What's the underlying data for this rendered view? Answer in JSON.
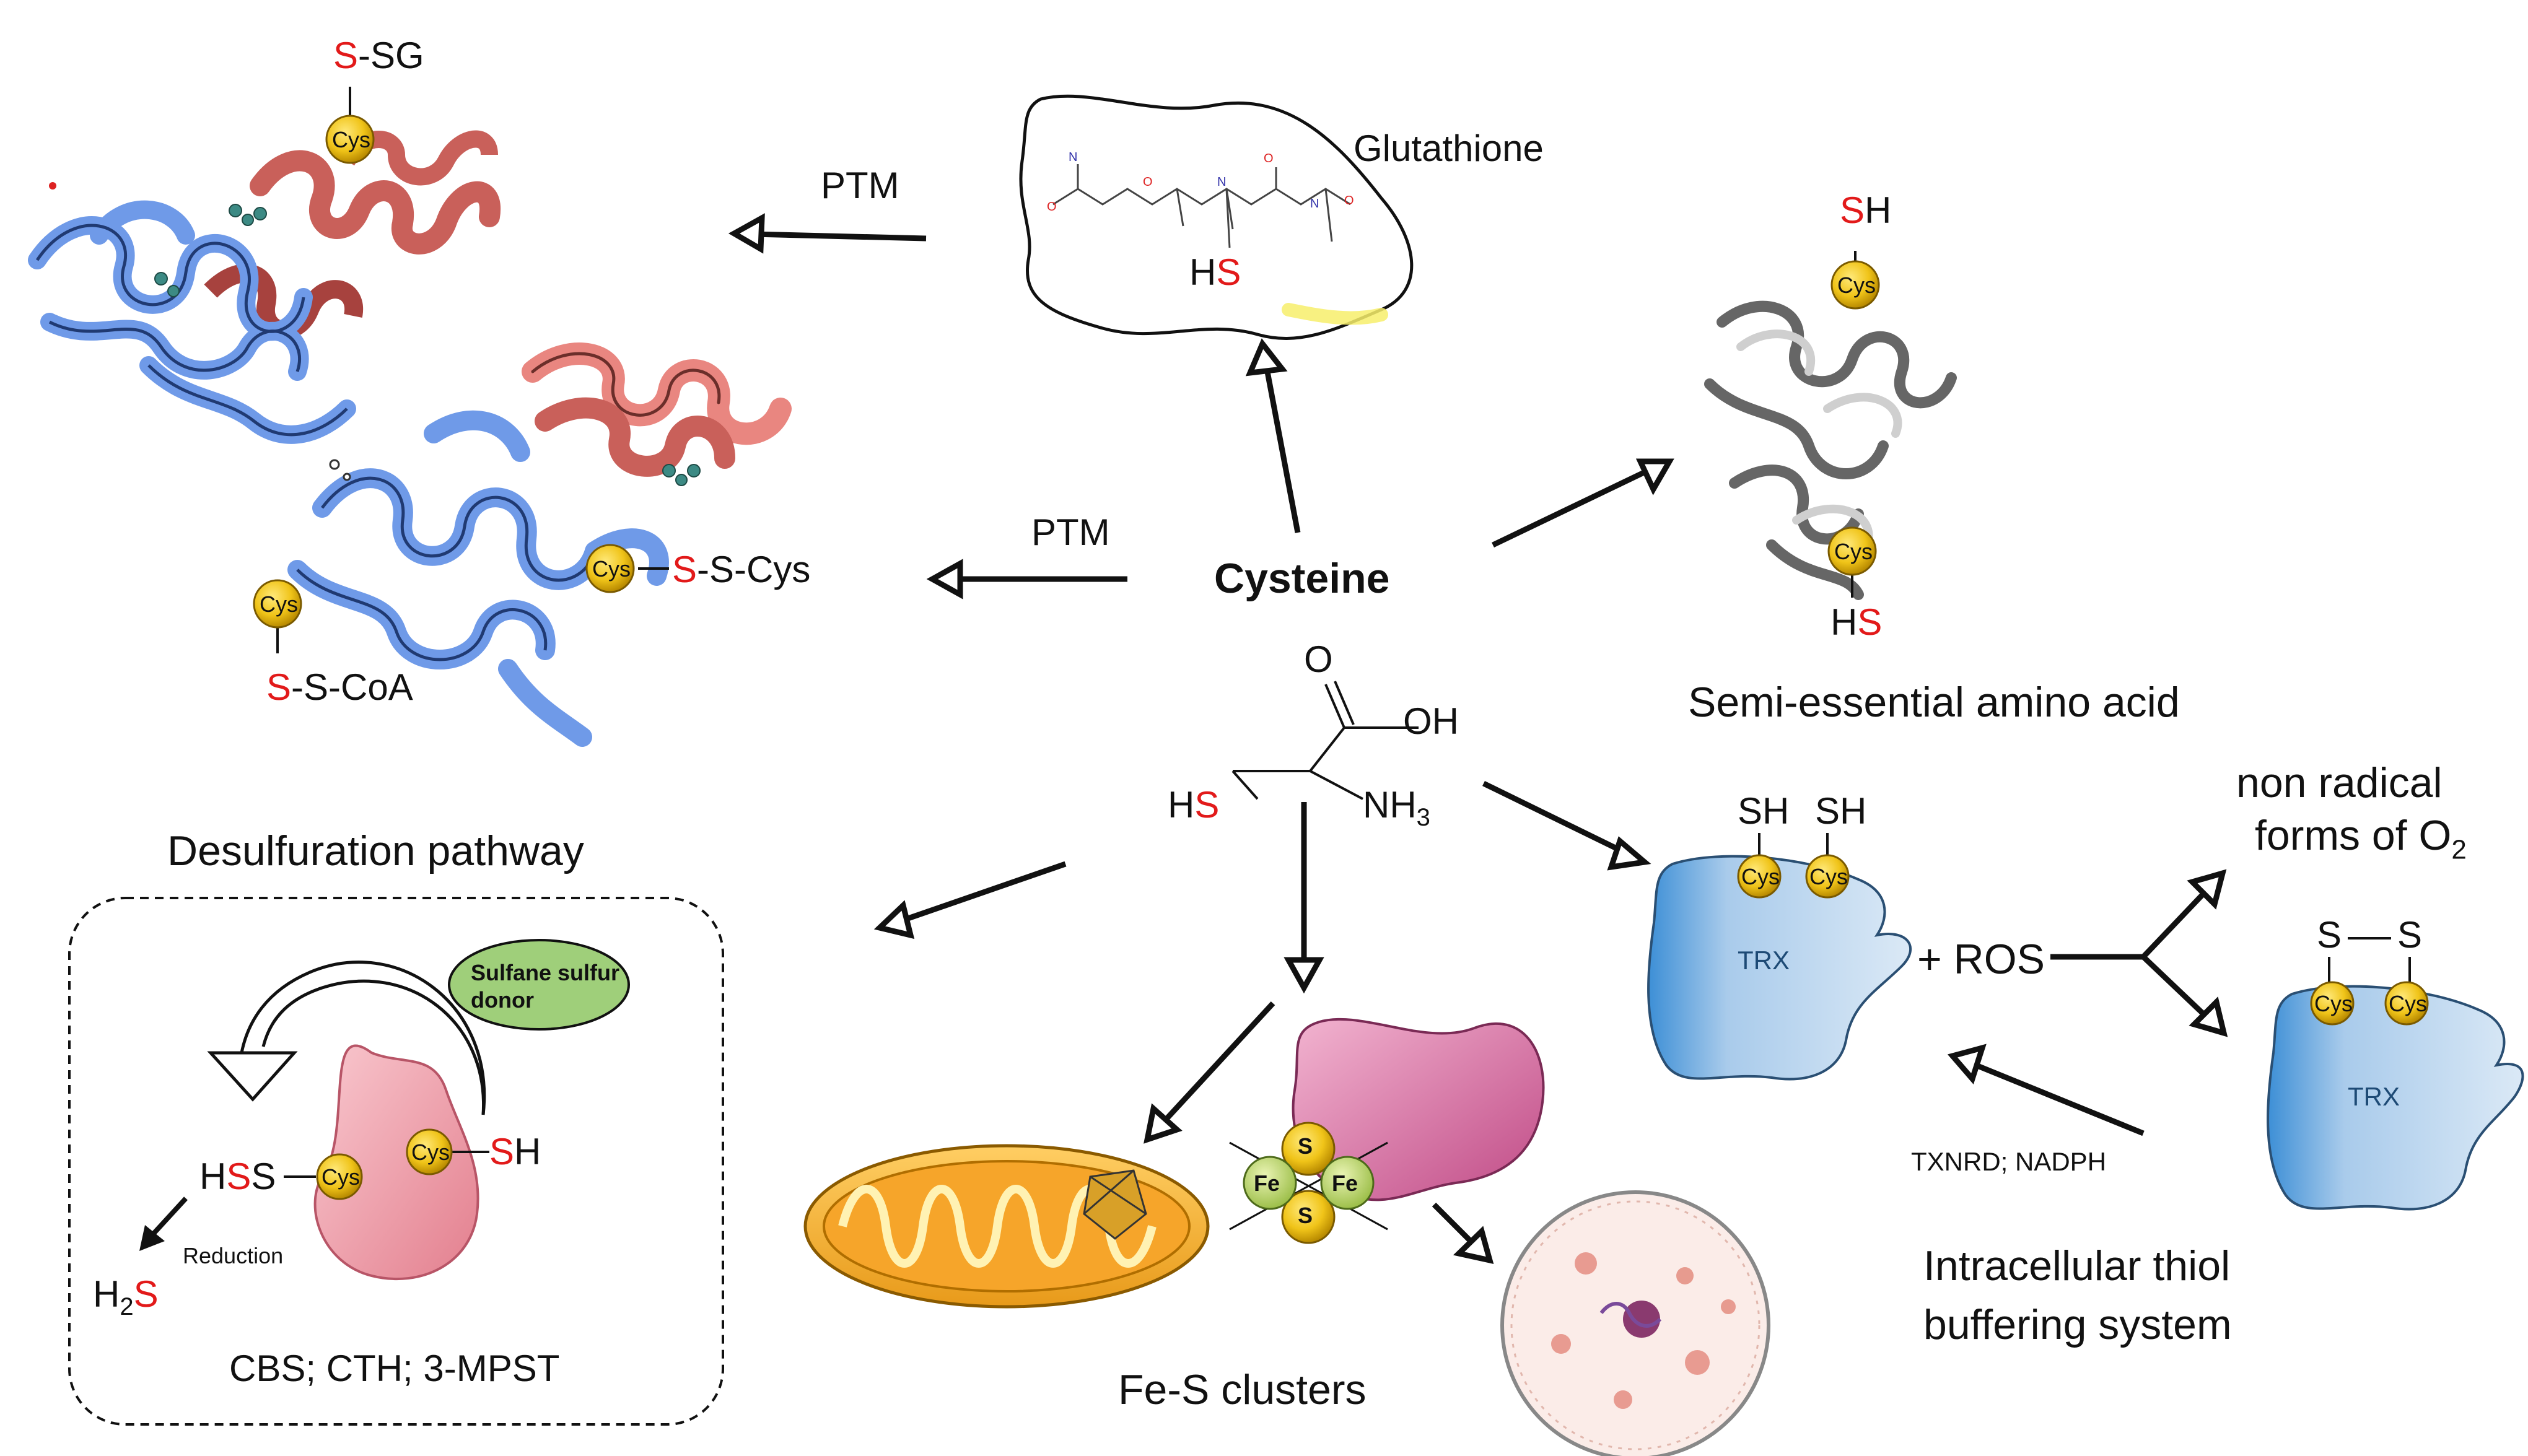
{
  "center": {
    "name": "Cysteine",
    "HS_H": "H",
    "HS_S": "S",
    "O": "O",
    "OH": "OH",
    "NH": "NH",
    "NH_sub": "3"
  },
  "ptm_top": "PTM",
  "ptm_mid": "PTM",
  "glutathione": {
    "title": "Glutathione",
    "HS_H": "H",
    "HS_S": "S"
  },
  "protein_ptm": {
    "ssg_S": "S",
    "ssg_rest": "-SG",
    "sscys_S": "S",
    "sscys_rest": "-S-Cys",
    "sscoa_S": "S",
    "sscoa_rest": "-S-CoA",
    "cys": "Cys"
  },
  "semi_essential": {
    "title": "Semi-essential amino acid",
    "sh_S": "S",
    "sh_H": "H",
    "hs_H": "H",
    "hs_S": "S",
    "cys": "Cys"
  },
  "trx_system": {
    "sh1": "SH",
    "sh2": "SH",
    "cys": "Cys",
    "trx": "TRX",
    "plus_ros": "+ ROS",
    "non_radical_line1": "non radical",
    "non_radical_line2": "forms of O",
    "non_radical_sub": "2",
    "s_left": "S",
    "s_right": "S",
    "enzymes": "TXNRD; NADPH",
    "caption_line1": "Intracellular thiol",
    "caption_line2": "buffering system"
  },
  "desulfuration": {
    "title": "Desulfuration pathway",
    "donor_line1": "Sulfane sulfur",
    "donor_line2": "donor",
    "hss_H": "H",
    "hss_S1": "S",
    "hss_S2": "S",
    "sh_S": "S",
    "sh_H": "H",
    "cys": "Cys",
    "reduction": "Reduction",
    "h2s_H": "H",
    "h2s_sub": "2",
    "h2s_S": "S",
    "enzymes": "CBS; CTH; 3-MPST"
  },
  "fes": {
    "title": "Fe-S clusters",
    "fe": "Fe",
    "s": "S"
  },
  "colors": {
    "sulfur_red": "#e21a1a",
    "cys_gold": "#f0c419",
    "trx_blue": "#a9cbeb",
    "protein_blue": "#6f9ae8",
    "helix_red": "#c9605a",
    "cbs_pink": "#ef9aa6"
  }
}
